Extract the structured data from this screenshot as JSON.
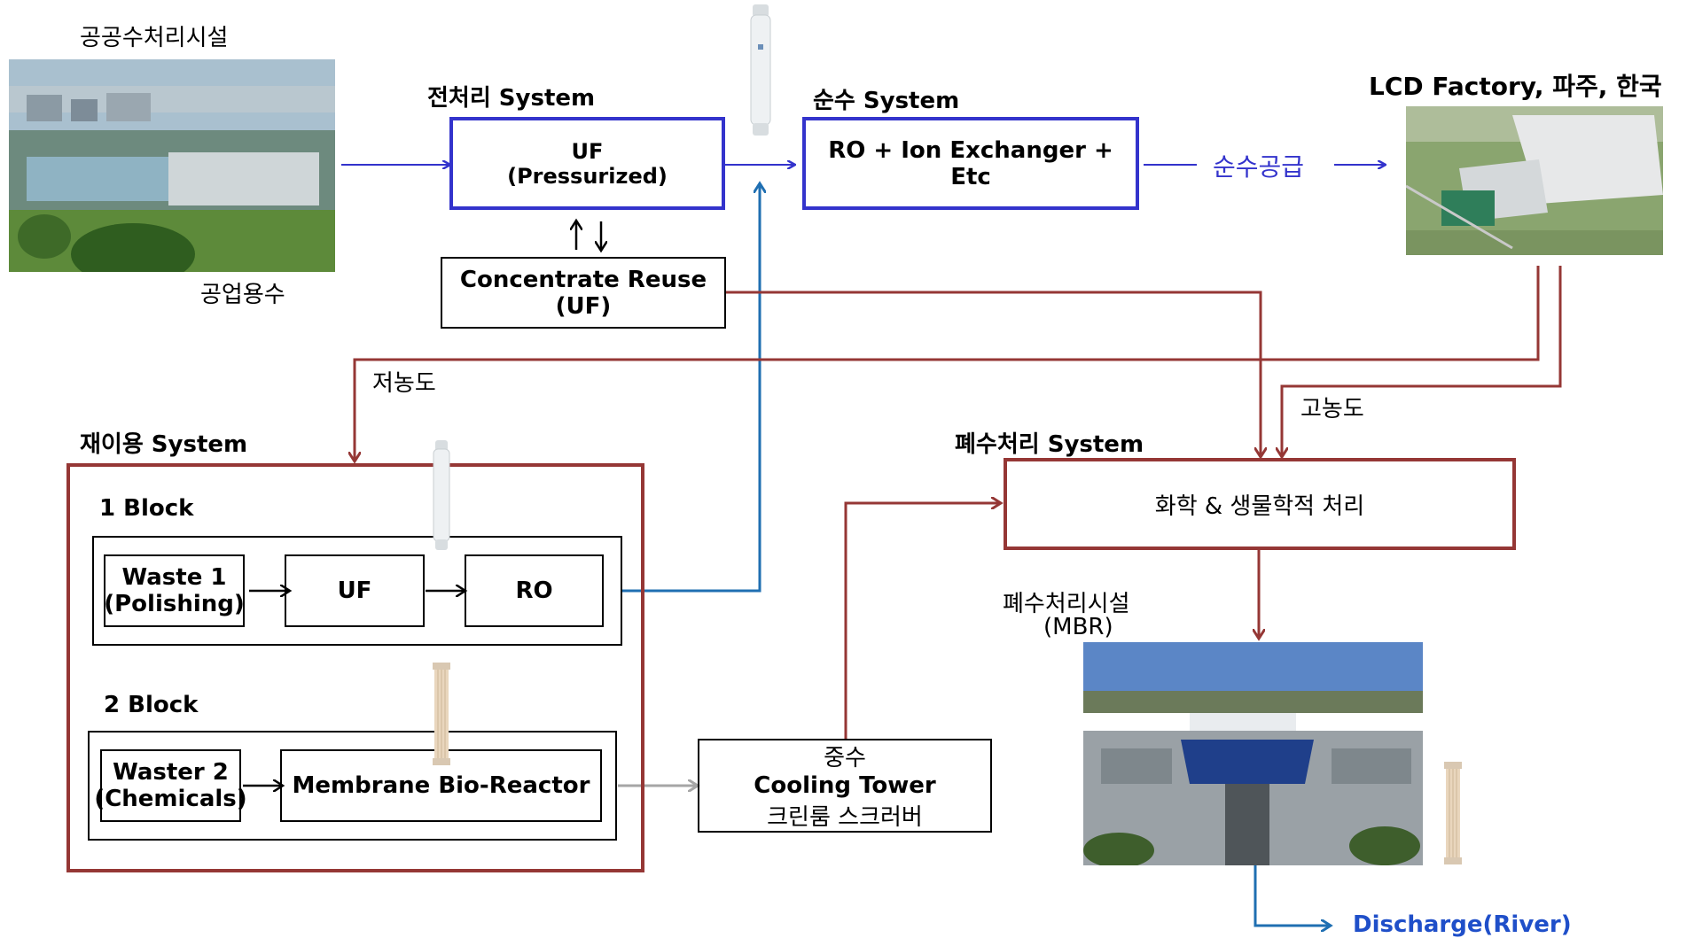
{
  "labels": {
    "public_water": "공공수처리시설",
    "industrial_water": "공업용수",
    "pretreatment_title": "전처리 System",
    "pure_water_title": "순수 System",
    "lcd_factory": "LCD Factory, 파주, 한국",
    "pure_supply": "순수공급",
    "low_conc": "저농도",
    "high_conc": "고농도",
    "reuse_title": "재이용 System",
    "wastewater_title": "폐수처리 System",
    "wastewater_facility": "폐수처리시설",
    "mbr": "(MBR)",
    "discharge": "Discharge(River)",
    "block1": "1 Block",
    "block2": "2 Block"
  },
  "boxes": {
    "uf_pressurized_line1": "UF",
    "uf_pressurized_line2": "(Pressurized)",
    "ro_ion": "RO + Ion Exchanger + Etc",
    "concentrate_line1": "Concentrate Reuse",
    "concentrate_line2": "(UF)",
    "chem_bio": "화학 & 생물학적 처리",
    "waste1_line1": "Waste 1",
    "waste1_line2": "(Polishing)",
    "uf": "UF",
    "ro": "RO",
    "waste2_line1": "Waster 2",
    "waste2_line2": "(Chemicals)",
    "mbr_box": "Membrane Bio-Reactor",
    "cooling_line1": "중수",
    "cooling_line2": "Cooling Tower",
    "cooling_line3": "크린룸 스크러버"
  },
  "colors": {
    "blue_flow": "#3333cc",
    "dark_red_flow": "#953735",
    "steel_blue_flow": "#1f6fb2",
    "gray_flow": "#a6a6a6",
    "discharge_text": "#1f4fc9"
  }
}
